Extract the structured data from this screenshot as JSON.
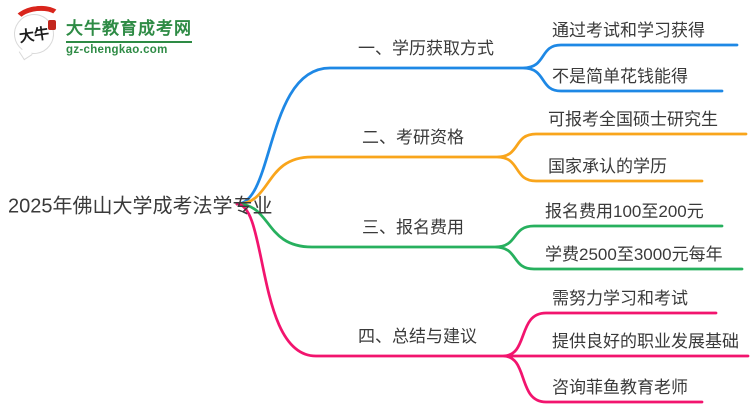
{
  "site": {
    "logo_title": "大牛教育成考网",
    "logo_domain": "gz-chengkao.com",
    "logo_icon_text": "大牛",
    "logo_green": "#2e8b45",
    "logo_red": "#d9251c"
  },
  "mindmap": {
    "root": "2025年佛山大学成考法学专业",
    "branches": [
      {
        "label": "一、学历获取方式",
        "color": "#1e88e5",
        "children": [
          "通过考试和学习获得",
          "不是简单花钱能得"
        ]
      },
      {
        "label": "二、考研资格",
        "color": "#f9a51b",
        "children": [
          "可报考全国硕士研究生",
          "国家承认的学历"
        ]
      },
      {
        "label": "三、报名费用",
        "color": "#27b05e",
        "children": [
          "报名费用100至200元",
          "学费2500至3000元每年"
        ]
      },
      {
        "label": "四、总结与建议",
        "color": "#f2146e",
        "children": [
          "需努力学习和考试",
          "提供良好的职业发展基础",
          "咨询菲鱼教育老师"
        ]
      }
    ]
  }
}
